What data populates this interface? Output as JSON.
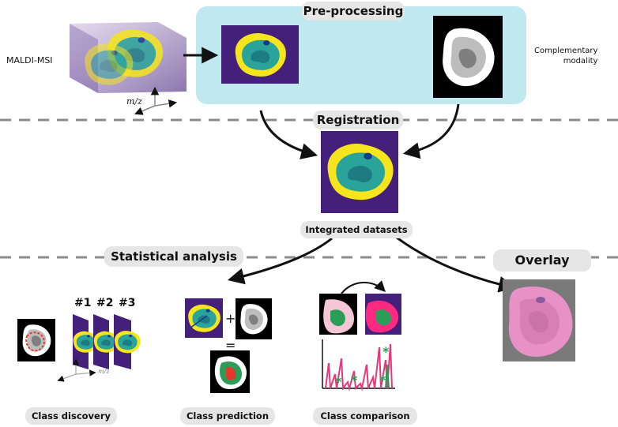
{
  "sections": {
    "preprocessing": "Pre-processing",
    "registration": "Registration",
    "integrated": "Integrated datasets",
    "statistical": "Statistical analysis",
    "overlay": "Overlay"
  },
  "inputs": {
    "maldi_label": "MALDI-MSI",
    "complementary_line1": "Complementary",
    "complementary_line2": "modality",
    "mz_axis": "m/z"
  },
  "analysis": {
    "class_discovery": "Class discovery",
    "class_prediction": "Class prediction",
    "class_comparison": "Class comparison",
    "stack_labels": [
      "#1",
      "#2",
      "#3"
    ],
    "plus_sign": "+",
    "equals_sign": "=",
    "spectrum_star": "*",
    "small_mz": "m/z"
  },
  "colors": {
    "preprocess_panel": "#bfe8ef",
    "purple": "#45207a",
    "yellow": "#f6e51c",
    "teal": "#2aa39a",
    "pink": "#ff2a7f",
    "green": "#2a9d57",
    "gray_bg": "#7a7a7a",
    "dash": "#8c8c8c"
  }
}
